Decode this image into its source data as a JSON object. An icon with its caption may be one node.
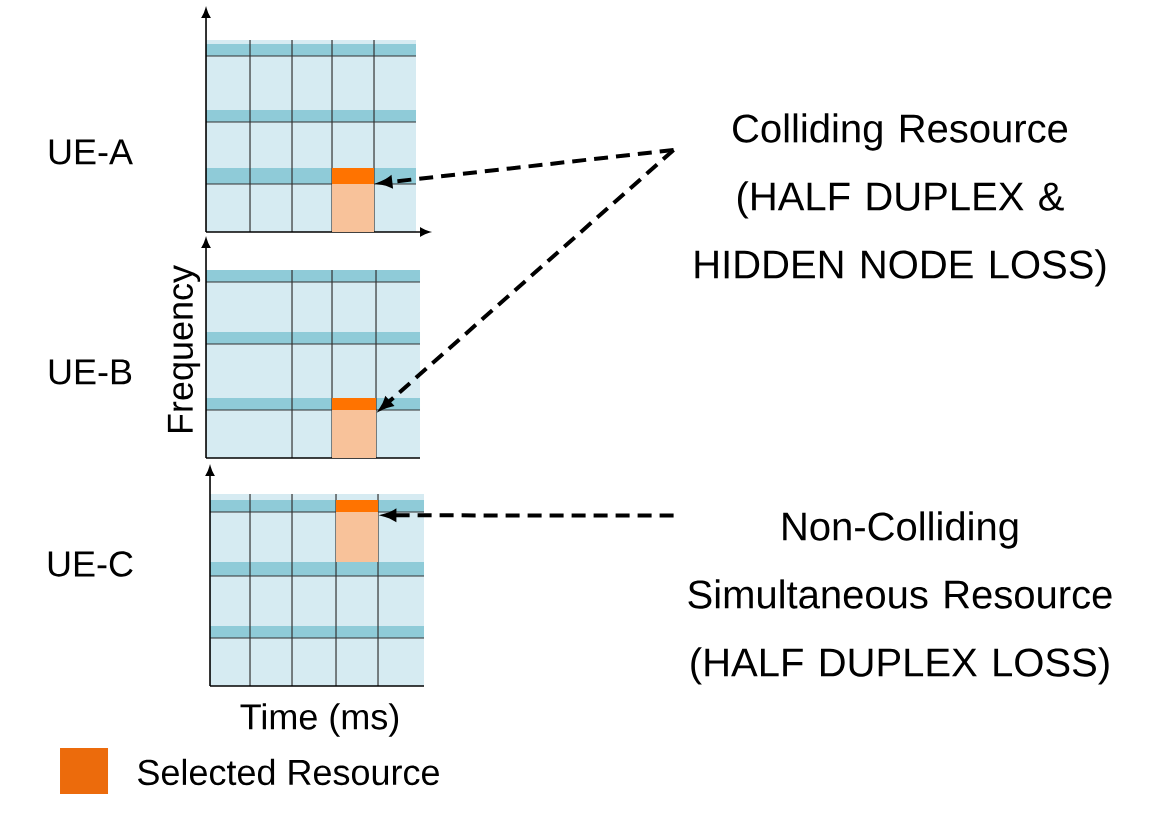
{
  "diagram": {
    "nodes": [
      {
        "text": [
          "Colliding Resource (HALF DUPLEX & HIDDEN NODE LOSS)"
        ]
      },
      {
        "text": [],
        "shape": "box"
      },
      {
        "text": [],
        "shape": "box"
      },
      {
        "text": [
          "Non-Colliding Simultaneous Resource (HALF DUPLEX LOSS)"
        ]
      },
      {
        "text": [],
        "shape": "box"
      }
    ],
    "edges": [
      {
        "from": 0,
        "to": 1,
        "arrow": "to",
        "style": "dashed"
      },
      {
        "from": 0,
        "to": 2,
        "arrow": "to",
        "style": "dashed"
      },
      {
        "from": 3,
        "to": 4,
        "arrow": "to",
        "style": "dashed"
      }
    ],
    "labels": [
      "UE-A",
      "UE-B",
      "Frequency",
      "UE-C",
      "Time (ms)"
    ],
    "legend": [
      {
        "text": "Selected Resource",
        "color": "#ec6b0c"
      }
    ]
  }
}
